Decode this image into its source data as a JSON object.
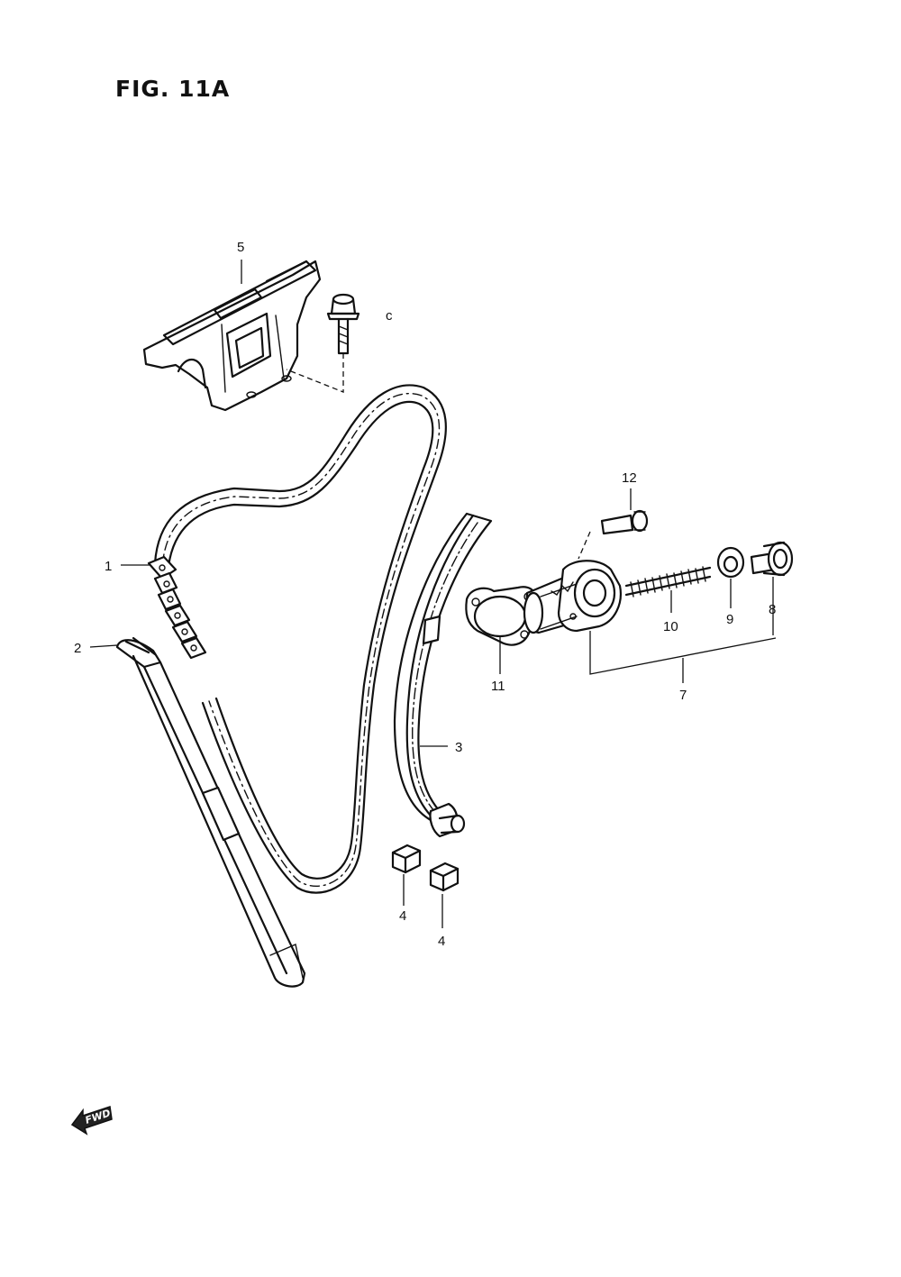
{
  "figure": {
    "title": "FIG. 11A"
  },
  "callouts": {
    "c1": "1",
    "c2": "2",
    "c3": "3",
    "c4a": "4",
    "c4b": "4",
    "c5": "5",
    "c7": "7",
    "c8": "8",
    "c9": "9",
    "c10": "10",
    "c11": "11",
    "c12": "12"
  },
  "forward_arrow": {
    "label": "FWD"
  },
  "colors": {
    "ink": "#111111",
    "paper": "#ffffff"
  }
}
